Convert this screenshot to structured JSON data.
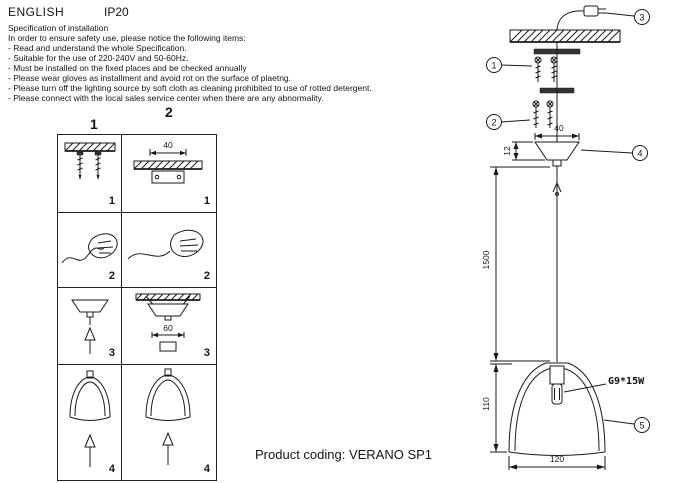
{
  "header": {
    "language": "ENGLISH",
    "ip_rating": "IP20"
  },
  "spec": {
    "title": "Specification of installation",
    "intro": "In order to ensure safety use, please notice the following items:",
    "items": [
      "- Read and understand the whole Specification.",
      "- Suitable for the use of 220-240V and 50-60Hz.",
      "- Must be installed on the fixed places and be checked annually",
      "- Please wear gloves as installment and avoid rot on the surface of plaetng.",
      "- Please turn off the lighting source by soft cloth as cleaning prohibited to use of rotted detergent.",
      "- Please connect with the local sales service center when there are any abnormality."
    ]
  },
  "steps": {
    "col_headers": [
      "1",
      "2"
    ],
    "row_labels": [
      "1",
      "2",
      "3",
      "4"
    ],
    "dim_40": "40",
    "dim_60": "60"
  },
  "diagram": {
    "callouts": [
      "1",
      "2",
      "3",
      "4",
      "5"
    ],
    "dim_top_width": "40",
    "dim_canopy_height": "12",
    "dim_wire": "1500",
    "dim_shade_height": "110",
    "dim_shade_width": "120",
    "bulb_label": "G9*15W"
  },
  "footer": {
    "product_coding": "Product coding: VERANO SP1"
  }
}
